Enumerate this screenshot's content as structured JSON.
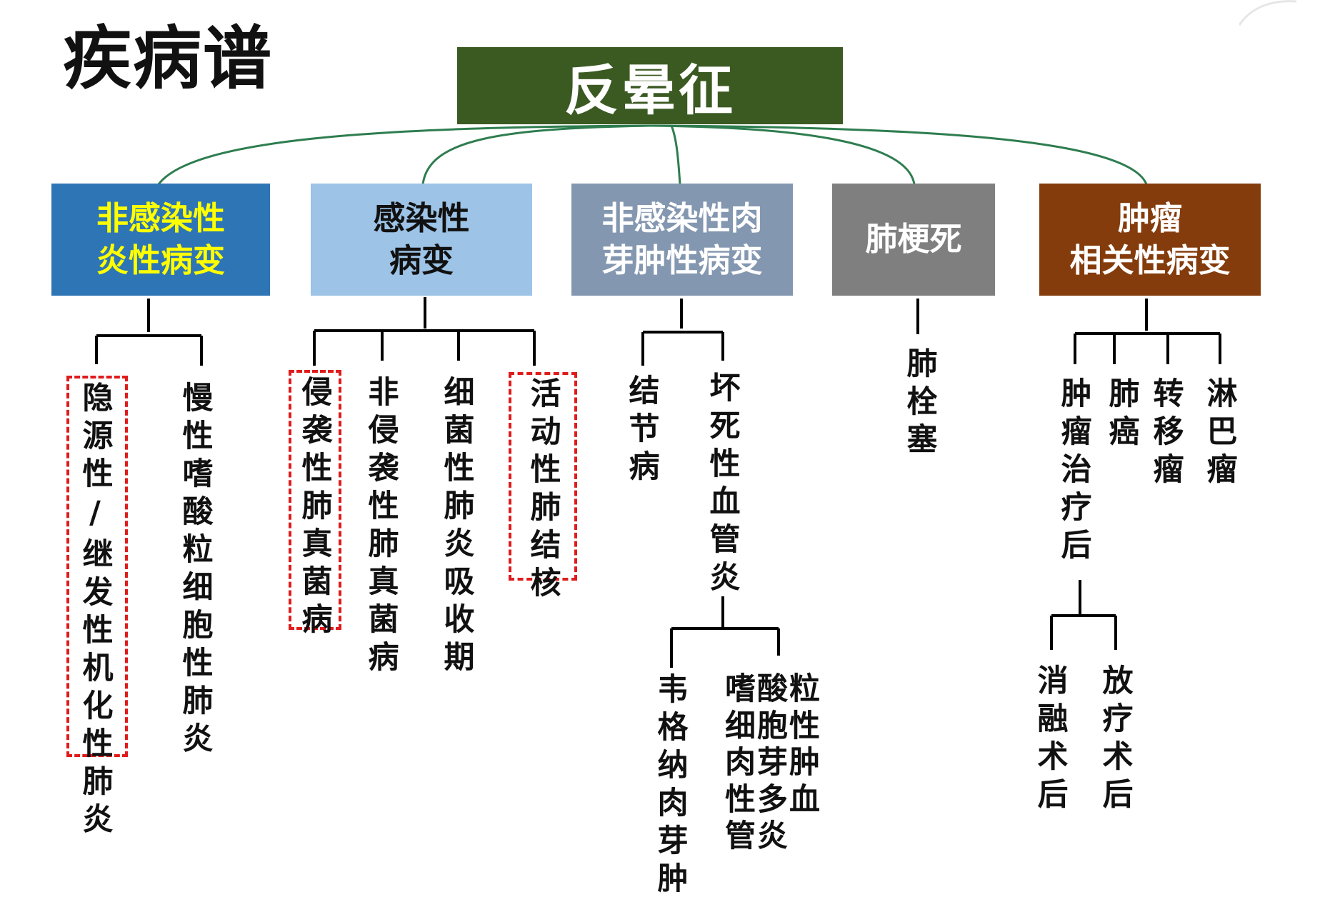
{
  "title": "疾病谱",
  "root": {
    "label": "反晕征",
    "color": "#3b5a22"
  },
  "categories": [
    {
      "label": "非感染性\n炎性病变",
      "bg": "#2e75b6",
      "fg": "#ffff00"
    },
    {
      "label": "感染性\n病变",
      "bg": "#9dc3e6",
      "fg": "#111111"
    },
    {
      "label": "非感染性肉\n芽肿性病变",
      "bg": "#8497b0",
      "fg": "#ffffff"
    },
    {
      "label": "肺梗死",
      "bg": "#7f7f7f",
      "fg": "#ffffff"
    },
    {
      "label": "肿瘤\n相关性病变",
      "bg": "#843c0c",
      "fg": "#ffffff"
    }
  ],
  "leaves": {
    "cryptogenic_op": "隐源性/继发性机化性肺炎",
    "chronic_eos": "慢性嗜酸粒细胞性肺炎",
    "invasive_fungal": "侵袭性肺真菌病",
    "noninvasive_fungal": "非侵袭性肺真菌病",
    "bacterial_absorb": "细菌性肺炎吸收期",
    "active_tb": "活动性肺结核",
    "sarcoidosis": "结节病",
    "necrotizing_vasculitis": "坏死性血管炎",
    "pulmonary_embolism": "肺栓塞",
    "post_treatment": "肿瘤治疗后",
    "lung_cancer": "肺癌",
    "metastasis": "转移瘤",
    "lymphoma": "淋巴瘤",
    "wegener": "韦格纳肉芽肿",
    "egpa_1": "嗜酸粒",
    "egpa_2": "细胞性",
    "egpa_3": "肉芽肿",
    "egpa_4": "性多血",
    "egpa_5": "管炎",
    "ablation": "消融术后",
    "radiotherapy": "放疗术后"
  },
  "colors": {
    "connector": "#2e7d4f",
    "tree": "#000000",
    "highlight": "#e01b1b"
  }
}
